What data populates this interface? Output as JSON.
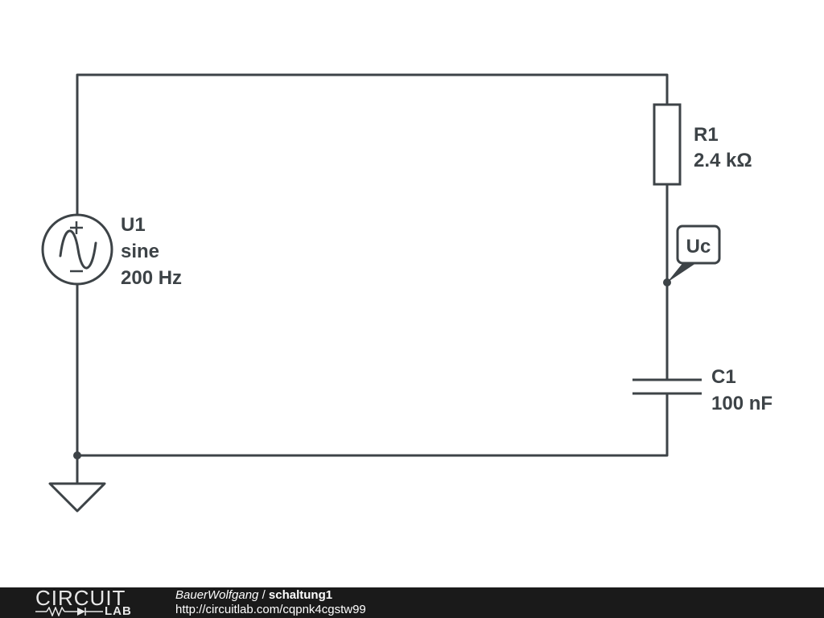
{
  "components": {
    "source": {
      "name": "U1",
      "type": "sine",
      "frequency": "200 Hz"
    },
    "resistor": {
      "name": "R1",
      "value": "2.4 kΩ"
    },
    "capacitor": {
      "name": "C1",
      "value": "100 nF"
    },
    "probe": {
      "label": "Uc"
    }
  },
  "footer": {
    "logo_top": "CIRCUIT",
    "logo_bottom": "LAB",
    "author": "BauerWolfgang",
    "separator": " / ",
    "title": "schaltung1",
    "url": "http://circuitlab.com/cqpnk4cgstw99"
  },
  "colors": {
    "wire": "#3d4347",
    "background": "#ffffff",
    "footer": "#1a1a1a"
  }
}
